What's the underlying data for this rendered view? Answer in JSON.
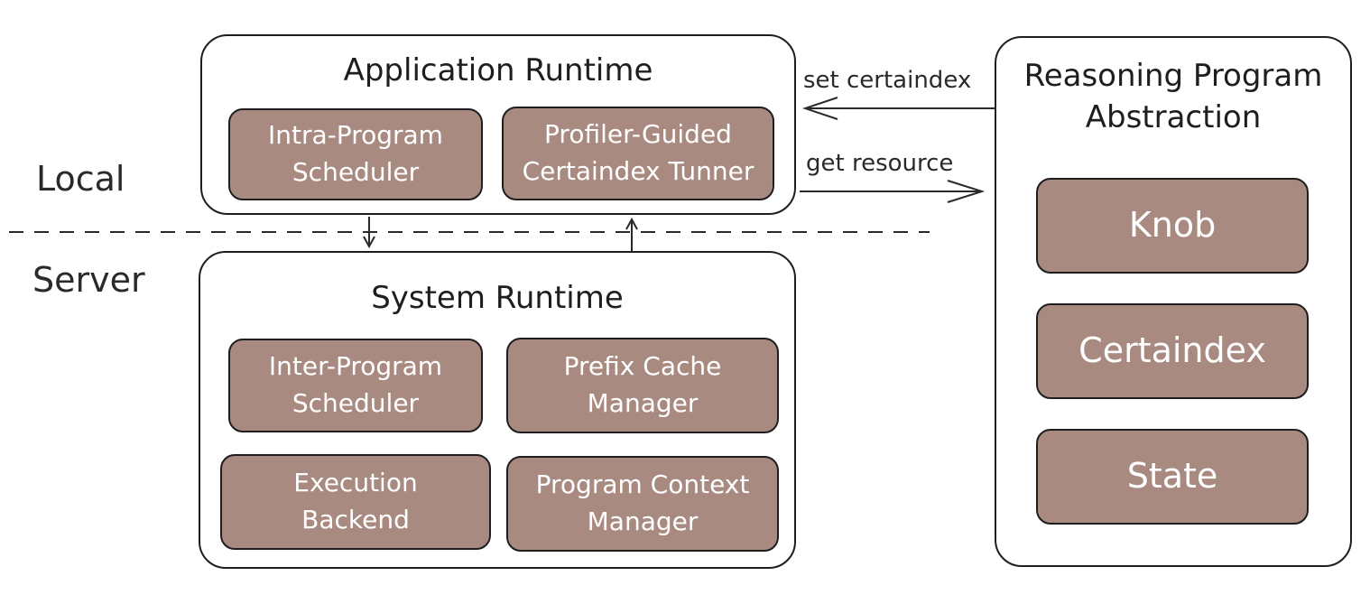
{
  "zones": {
    "local": "Local",
    "server": "Server"
  },
  "application_runtime": {
    "title": "Application Runtime",
    "modules": [
      "Intra-Program\nScheduler",
      "Profiler-Guided\nCertaindex Tunner"
    ]
  },
  "system_runtime": {
    "title": "System Runtime",
    "modules": [
      "Inter-Program\nScheduler",
      "Prefix Cache\nManager",
      "Execution\nBackend",
      "Program Context\nManager"
    ]
  },
  "reasoning_program_abstraction": {
    "title": "Reasoning Program\nAbstraction",
    "components": [
      "Knob",
      "Certaindex",
      "State"
    ]
  },
  "arrows": {
    "set_certaindex": "set certaindex",
    "get_resource": "get resource"
  }
}
